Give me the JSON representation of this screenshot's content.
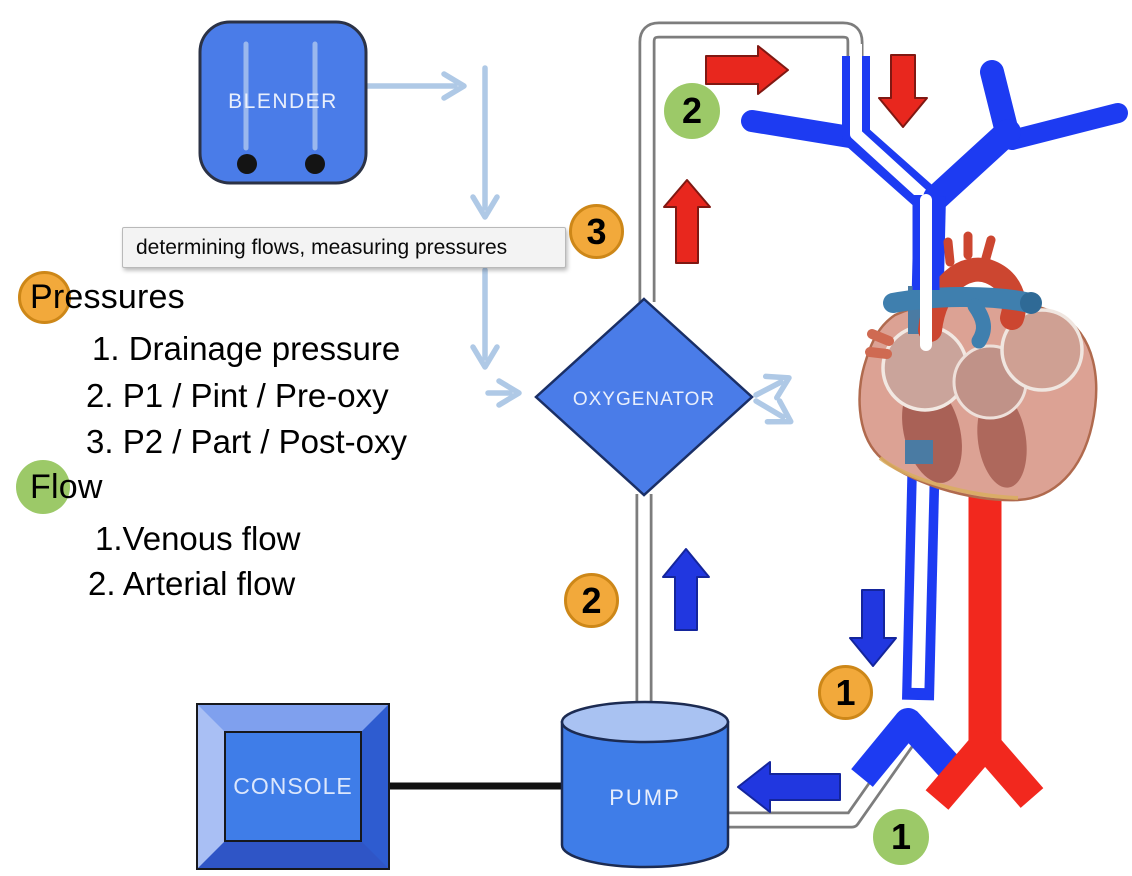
{
  "tooltip": {
    "text": "determining flows, measuring pressures"
  },
  "legend": {
    "pressures": {
      "title": "Pressures",
      "items": [
        "1. Drainage pressure",
        "2. P1 / Pint / Pre-oxy",
        "3. P2 / Part / Post-oxy"
      ]
    },
    "flow": {
      "title": "Flow",
      "items": [
        "1.Venous flow",
        "2. Arterial flow"
      ]
    }
  },
  "components": {
    "blender_label": "BLENDER",
    "oxygenator_label": "OXYGENATOR",
    "pump_label": "PUMP",
    "console_label": "CONSOLE"
  },
  "markers": {
    "pressure_site_postoxy": "3",
    "pressure_site_preoxy": "2",
    "pressure_site_drainage": "1",
    "flow_site_arterial": "2",
    "flow_site_venous": "1"
  },
  "colors": {
    "component_blue": "#4a7ce8",
    "marker_orange": "#f2a93b",
    "marker_green": "#9cc968",
    "vein_blue": "#1d3bf2",
    "artery_red": "#f2281e",
    "gas_connector_blue": "#afc9e6",
    "oxygenated_arrow_red": "#e8271e",
    "deoxygenated_arrow_blue": "#2137e0"
  }
}
